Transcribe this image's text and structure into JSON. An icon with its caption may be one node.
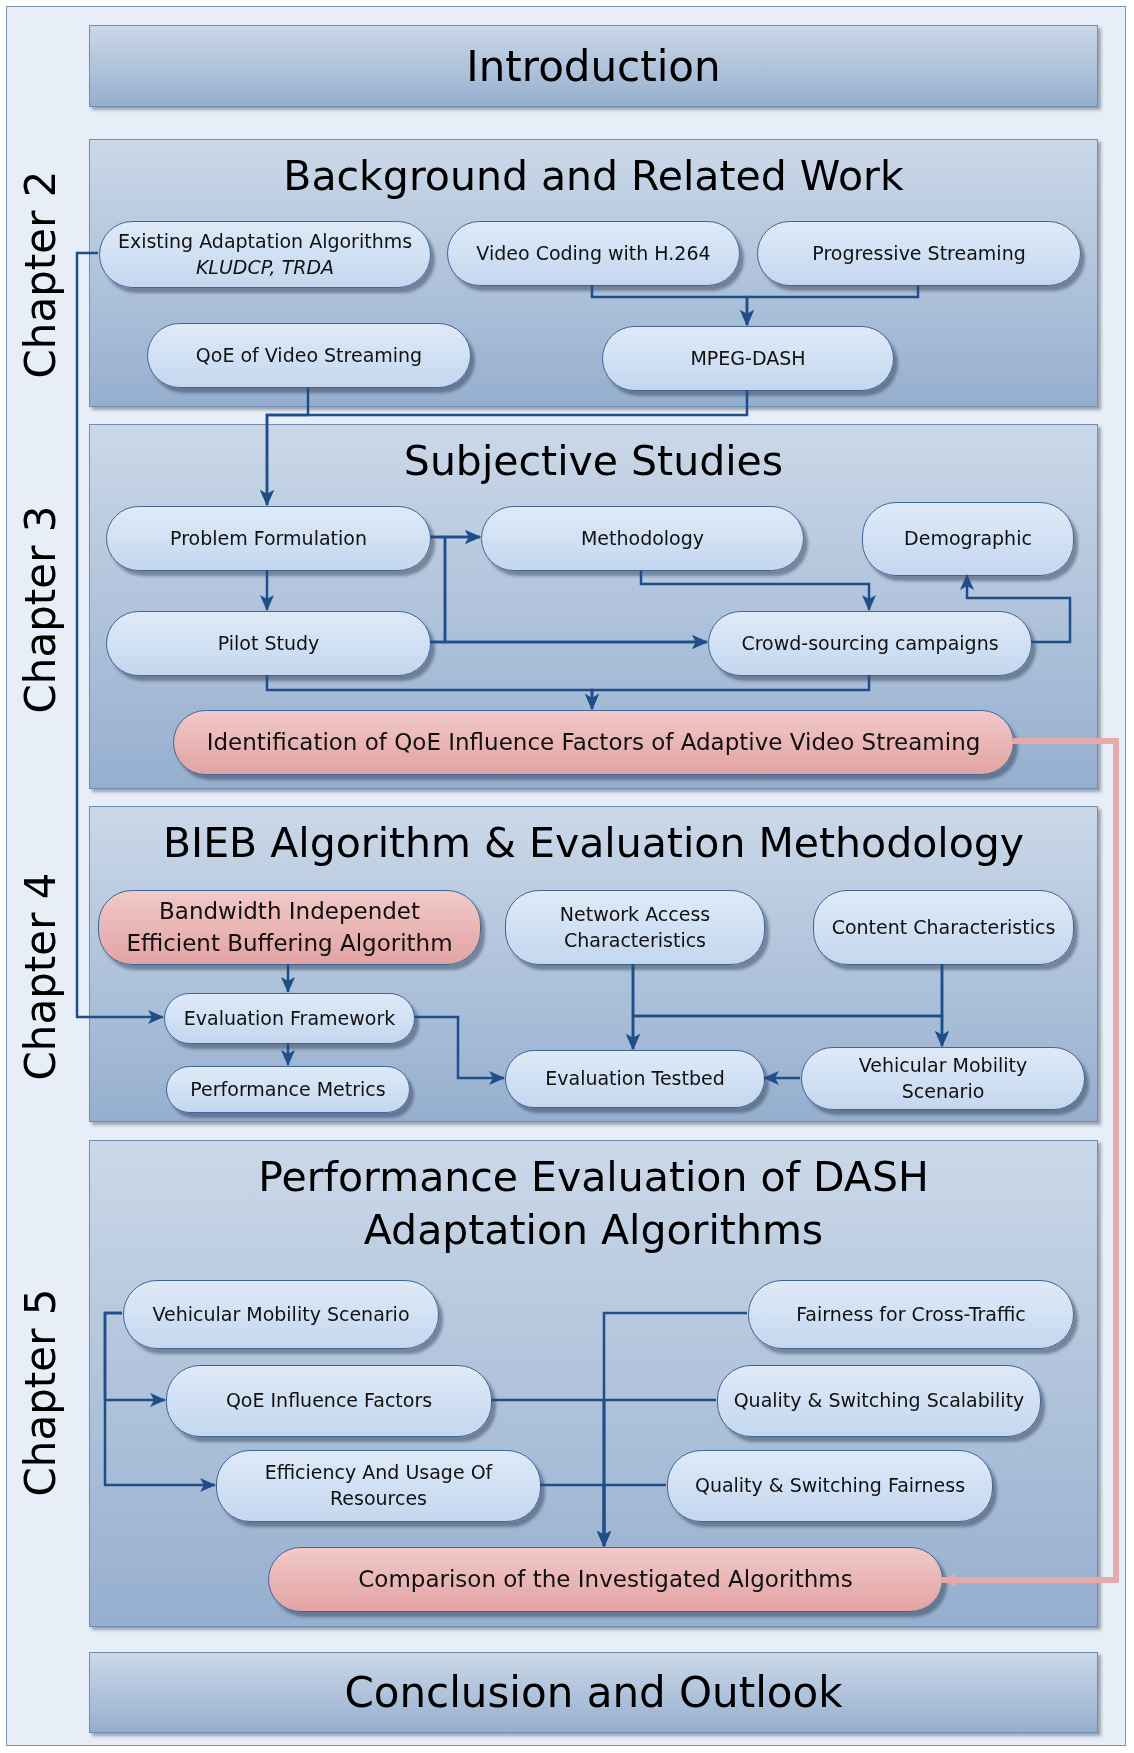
{
  "diagram": {
    "nodes": [
      {
        "text": [
          "Introduction"
        ]
      },
      {
        "text": [
          "Background and Related Work"
        ]
      },
      {
        "text": [
          "Existing Adaptation Algorithms",
          "KLUDCP, TRDA"
        ],
        "in": 1
      },
      {
        "text": [
          "Video Coding with H.264"
        ],
        "in": 1
      },
      {
        "text": [
          "Progressive Streaming"
        ],
        "in": 1
      },
      {
        "text": [
          "QoE of Video Streaming"
        ],
        "in": 1
      },
      {
        "text": [
          "MPEG-DASH"
        ],
        "in": 1
      },
      {
        "text": [
          "Subjective Studies"
        ]
      },
      {
        "text": [
          "Problem Formulation"
        ],
        "in": 7
      },
      {
        "text": [
          "Methodology"
        ],
        "in": 7
      },
      {
        "text": [
          "Demographic"
        ],
        "in": 7
      },
      {
        "text": [
          "Pilot Study"
        ],
        "in": 7
      },
      {
        "text": [
          "Crowd-sourcing campaigns"
        ],
        "in": 7
      },
      {
        "text": [
          "Identification of QoE Influence Factors of Adaptive Video Streaming"
        ],
        "in": 7
      },
      {
        "text": [
          "BIEB Algorithm & Evaluation Methodology"
        ]
      },
      {
        "text": [
          "Bandwidth Independet Efficient Buffering Algorithm"
        ],
        "in": 14
      },
      {
        "text": [
          "Network Access Characteristics"
        ],
        "in": 14
      },
      {
        "text": [
          "Content Characteristics"
        ],
        "in": 14
      },
      {
        "text": [
          "Evaluation Framework"
        ],
        "in": 14
      },
      {
        "text": [
          "Performance Metrics"
        ],
        "in": 14
      },
      {
        "text": [
          "Evaluation Testbed"
        ],
        "in": 14
      },
      {
        "text": [
          "Vehicular Mobility Scenario"
        ],
        "in": 14
      },
      {
        "text": [
          "Performance Evaluation of DASH Adaptation Algorithms"
        ]
      },
      {
        "text": [
          "Vehicular Mobility Scenario"
        ],
        "in": 22
      },
      {
        "text": [
          "Fairness for Cross-Traffic"
        ],
        "in": 22
      },
      {
        "text": [
          "QoE Influence Factors"
        ],
        "in": 22
      },
      {
        "text": [
          "Quality & Switching Scalability"
        ],
        "in": 22
      },
      {
        "text": [
          "Efficiency And Usage Of Resources"
        ],
        "in": 22
      },
      {
        "text": [
          "Quality & Switching Fairness"
        ],
        "in": 22
      },
      {
        "text": [
          "Comparison of the Investigated Algorithms"
        ],
        "in": 22
      },
      {
        "text": [
          "Conclusion and Outlook"
        ]
      }
    ],
    "edges": [
      {
        "from": 3,
        "to": 6,
        "arrow": "to"
      },
      {
        "from": 4,
        "to": 6,
        "arrow": "to"
      },
      {
        "from": 5,
        "to": 8,
        "arrow": "to"
      },
      {
        "from": 6,
        "to": 8,
        "arrow": "to"
      },
      {
        "from": 2,
        "to": 18,
        "arrow": "to"
      },
      {
        "from": 8,
        "to": 9,
        "arrow": "to"
      },
      {
        "from": 8,
        "to": 11,
        "arrow": "to"
      },
      {
        "from": 8,
        "to": 12,
        "arrow": "to"
      },
      {
        "from": 11,
        "to": 9,
        "arrow": "to"
      },
      {
        "from": 11,
        "to": 12,
        "arrow": "to"
      },
      {
        "from": 9,
        "to": 12,
        "arrow": "to"
      },
      {
        "from": 12,
        "to": 10,
        "arrow": "to"
      },
      {
        "from": 11,
        "to": 13,
        "arrow": "to"
      },
      {
        "from": 12,
        "to": 13,
        "arrow": "to"
      },
      {
        "from": 13,
        "to": 29,
        "arrow": "to",
        "style": "thick",
        "color": "#e6aaaa"
      },
      {
        "from": 15,
        "to": 18,
        "arrow": "to"
      },
      {
        "from": 18,
        "to": 19,
        "arrow": "to"
      },
      {
        "from": 18,
        "to": 20,
        "arrow": "to"
      },
      {
        "from": 16,
        "to": 20,
        "arrow": "to"
      },
      {
        "from": 16,
        "to": 21,
        "arrow": "to"
      },
      {
        "from": 17,
        "to": 20,
        "arrow": "to"
      },
      {
        "from": 17,
        "to": 21,
        "arrow": "to"
      },
      {
        "from": 21,
        "to": 20,
        "arrow": "to"
      },
      {
        "from": 23,
        "to": 25,
        "arrow": "to"
      },
      {
        "from": 23,
        "to": 27,
        "arrow": "to"
      },
      {
        "from": 24,
        "to": 29,
        "arrow": "to"
      },
      {
        "from": 25,
        "to": 29,
        "arrow": "to"
      },
      {
        "from": 26,
        "to": 29,
        "arrow": "to"
      },
      {
        "from": 27,
        "to": 29,
        "arrow": "to"
      },
      {
        "from": 28,
        "to": 29,
        "arrow": "to"
      }
    ],
    "labels": [
      "Chapter 2",
      "Chapter 3",
      "Chapter 4",
      "Chapter 5"
    ]
  }
}
